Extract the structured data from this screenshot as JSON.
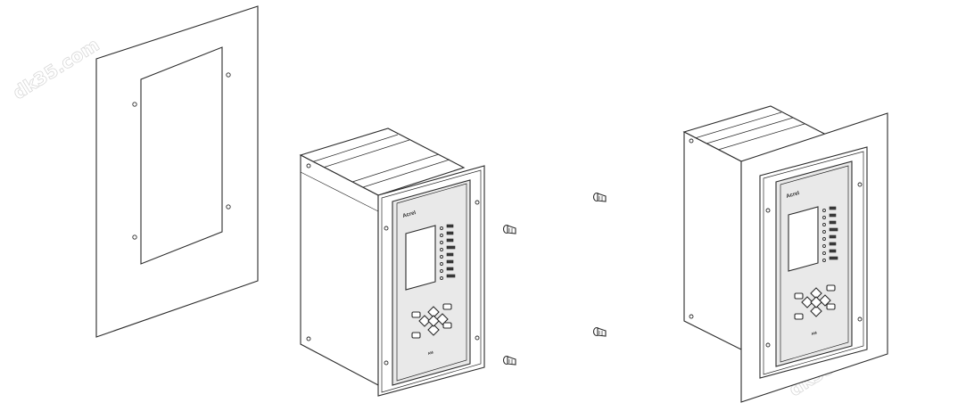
{
  "watermark": {
    "text": "dk35.com",
    "color": "#d8d8d8"
  },
  "device": {
    "brand": "Acrel",
    "model": "AM"
  },
  "colors": {
    "line": "#2b2b2b",
    "panel_fill": "#e9e9e9",
    "background": "#ffffff"
  }
}
